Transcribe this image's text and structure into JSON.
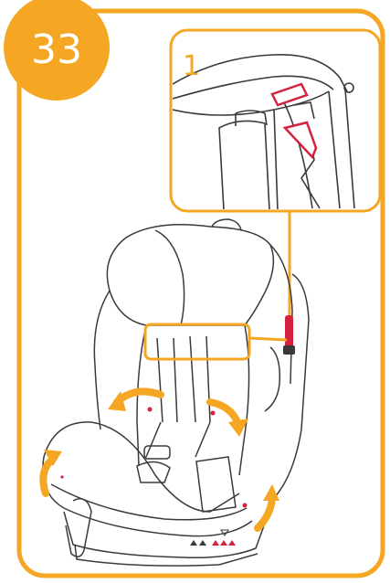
{
  "figure": {
    "step_number": "33",
    "inset_label": "1",
    "colors": {
      "accent": "#f5a623",
      "highlight": "#d4213d",
      "line": "#3a3a3a",
      "background": "#ffffff"
    },
    "icons": [
      "step-badge",
      "detail-inset",
      "child-car-seat",
      "rotation-arrow",
      "lift-arrow",
      "harness-adjuster"
    ]
  }
}
